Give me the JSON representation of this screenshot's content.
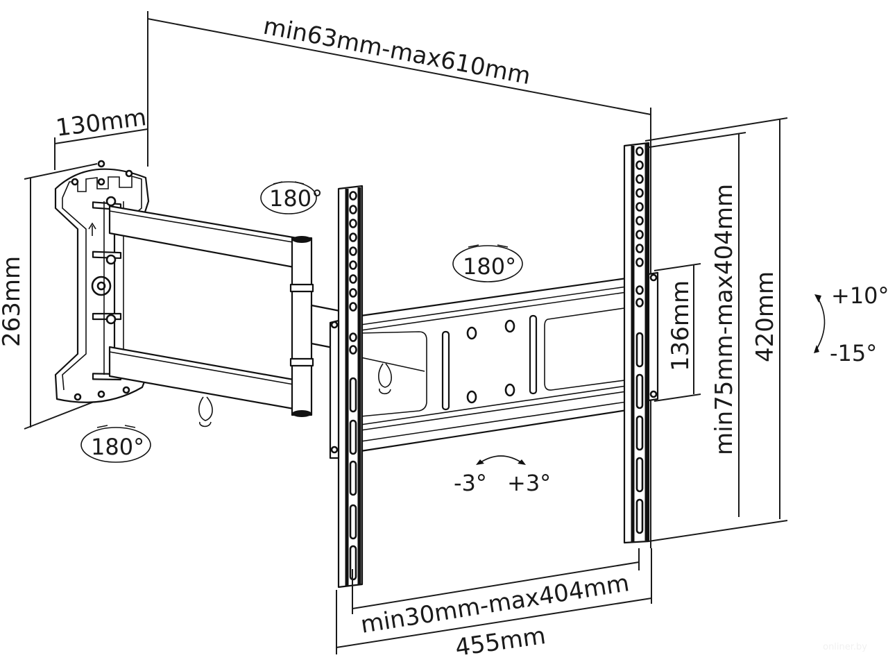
{
  "title": "Full-motion TV wall mount bracket — dimension drawing",
  "dimensions": {
    "arm_extension": "min63mm-max610mm",
    "wall_plate_depth": "130mm",
    "wall_plate_height": "263mm",
    "vesa_vertical": "min75mm-max404mm",
    "overall_rail_height": "420mm",
    "center_plate_height": "136mm",
    "vesa_horizontal": "min30mm-max404mm",
    "overall_width": "455mm"
  },
  "rotations": {
    "wall_swivel_top": "180°",
    "wall_swivel_bottom": "180°",
    "arm_swivel": "180°",
    "tilt_up": "+10°",
    "tilt_down": "-15°",
    "level_left": "-3°",
    "level_right": "+3°"
  },
  "watermark": "onliner.by"
}
